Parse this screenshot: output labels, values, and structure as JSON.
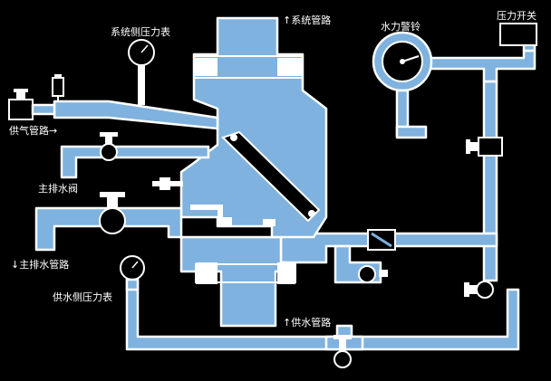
{
  "labels": {
    "system_gauge": "系统侧压力表",
    "system_pipe": "↑系统管路",
    "water_bell": "水力警铃",
    "pressure_switch": "压力开关",
    "air_supply": "供气管路→",
    "main_drain_valve": "主排水阀",
    "main_drain_pipe": "↓主排水管路",
    "supply_gauge": "供水侧压力表",
    "supply_pipe": "↑供水管路"
  },
  "colors": {
    "water": "#7fb2de",
    "line": "#ffffff",
    "background": "#000000"
  }
}
